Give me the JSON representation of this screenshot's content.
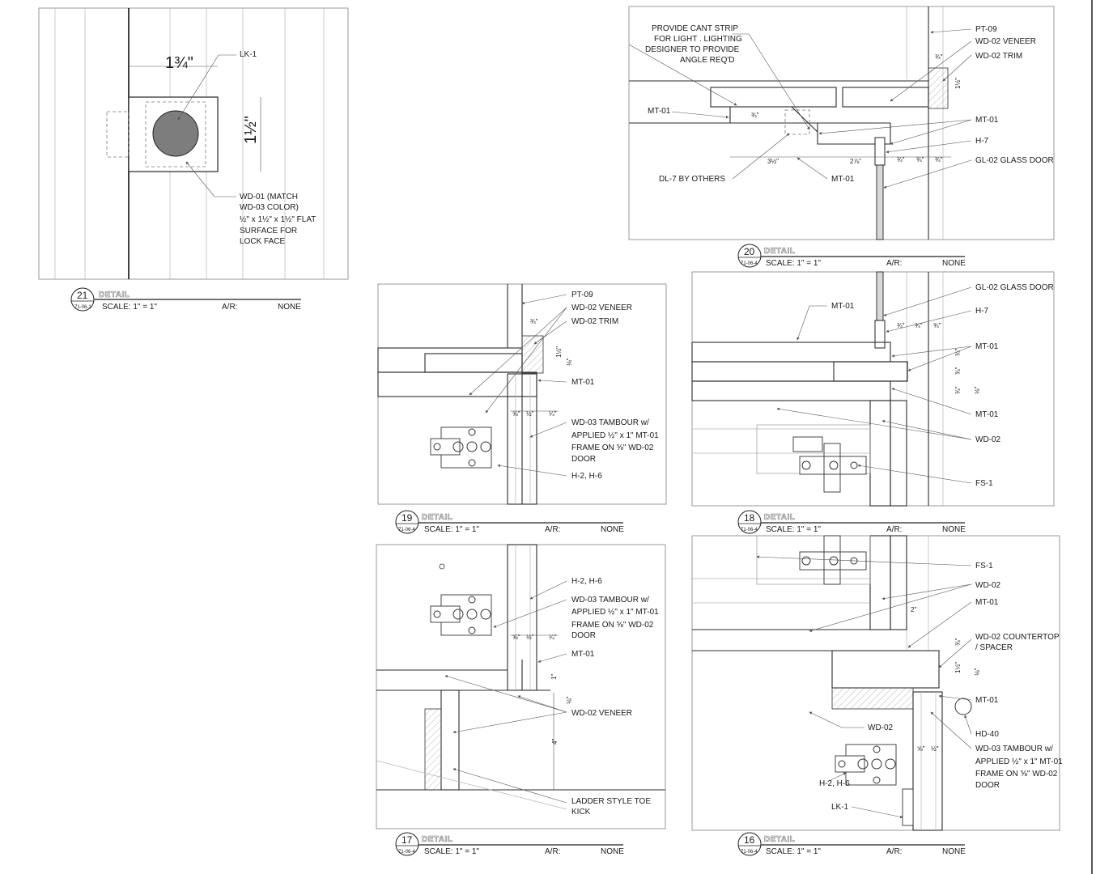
{
  "details": [
    {
      "id": "detail-21",
      "number": "21",
      "ref": "71-06-1",
      "word": "DETAIL",
      "scale": "SCALE: 1\" = 1\"",
      "ar": "A/R:",
      "ar_value": "NONE",
      "labels": {
        "lk": "LK-1",
        "wd01_l1": "WD-01 (MATCH",
        "wd01_l2": "WD-03 COLOR)",
        "wd01_l3": "½\" x 1½\" x 1½\" FLAT",
        "wd01_l4": "SURFACE FOR",
        "wd01_l5": "LOCK FACE"
      },
      "dims": {
        "width": "1¾\"",
        "height": "1½\""
      }
    },
    {
      "id": "detail-20",
      "number": "20",
      "ref": "71-06-4",
      "word": "DETAIL",
      "scale": "SCALE: 1\" = 1\"",
      "ar": "A/R:",
      "ar_value": "NONE",
      "labels": {
        "cant1": "PROVIDE CANT STRIP",
        "cant2": "FOR LIGHT .  LIGHTING",
        "cant3": "DESIGNER TO PROVIDE",
        "cant4": "ANGLE REQ'D",
        "pt09": "PT-09",
        "wd02veneer": "WD-02 VENEER",
        "wd02trim": "WD-02 TRIM",
        "mt01_left": "MT-01",
        "mt01_right": "MT-01",
        "h7": "H-7",
        "gl02": "GL-02 GLASS DOOR",
        "dl7": "DL-7 BY OTHERS",
        "mt01_bottom": "MT-01"
      },
      "dims": {
        "d1": "3½\"",
        "d2": "2⅞\"",
        "d3": "¾\"",
        "d4": "¾\"",
        "d5": "¾\"",
        "d6": "¾\"",
        "d7": "1½\"",
        "d8": "¾\""
      }
    },
    {
      "id": "detail-19",
      "number": "19",
      "ref": "71-06-4",
      "word": "DETAIL",
      "scale": "SCALE: 1\" = 1\"",
      "ar": "A/R:",
      "ar_value": "NONE",
      "labels": {
        "pt09": "PT-09",
        "wd02veneer": "WD-02 VENEER",
        "wd02trim": "WD-02 TRIM",
        "mt01": "MT-01",
        "tb1": "WD-03 TAMBOUR w/",
        "tb2": "APPLIED ½\" x 1\" MT-01",
        "tb3": "FRAME ON ⅝\" WD-02",
        "tb4": "DOOR",
        "h26": "H-2, H-6"
      },
      "dims": {
        "d1": "¾\"",
        "d2": "1½\"",
        "d3": "⅛\"",
        "d4": "⅝\"",
        "d5": "½\"",
        "d6": "¼\""
      }
    },
    {
      "id": "detail-18",
      "number": "18",
      "ref": "71-06-4",
      "word": "DETAIL",
      "scale": "SCALE: 1\" = 1\"",
      "ar": "A/R:",
      "ar_value": "NONE",
      "labels": {
        "mt01_left": "MT-01",
        "gl02": "GL-02 GLASS DOOR",
        "h7": "H-7",
        "mt01_a": "MT-01",
        "mt01_b": "MT-01",
        "wd02": "WD-02",
        "fs1": "FS-1"
      },
      "dims": {
        "d1": "¾\"",
        "d2": "¾\"",
        "d3": "¾\"",
        "d4": "¾\"",
        "d5": "¾\"",
        "d6": "¾\"",
        "d7": "⅛\""
      }
    },
    {
      "id": "detail-17",
      "number": "17",
      "ref": "71-06-4",
      "word": "DETAIL",
      "scale": "SCALE: 1\" = 1\"",
      "ar": "A/R:",
      "ar_value": "NONE",
      "labels": {
        "h26": "H-2, H-6",
        "tb1": "WD-03 TAMBOUR w/",
        "tb2": "APPLIED ½\" x 1\" MT-01",
        "tb3": "FRAME ON ⅝\" WD-02",
        "tb4": "DOOR",
        "mt01": "MT-01",
        "wd02veneer": "WD-02 VENEER",
        "toe1": "LADDER STYLE TOE",
        "toe2": "KICK"
      },
      "dims": {
        "d1": "⅝\"",
        "d2": "½\"",
        "d3": "¼\"",
        "d4": "1\"",
        "d5": "⅛\"",
        "d6": "4\""
      }
    },
    {
      "id": "detail-16",
      "number": "16",
      "ref": "71-06-4",
      "word": "DETAIL",
      "scale": "SCALE: 1\" = 1\"",
      "ar": "A/R:",
      "ar_value": "NONE",
      "labels": {
        "fs1": "FS-1",
        "wd02": "WD-02",
        "mt01": "MT-01",
        "ct1": "WD-02 COUNTERTOP",
        "ct2": "/ SPACER",
        "mt01_b": "MT-01",
        "hd40": "HD-40",
        "tb1": "WD-03 TAMBOUR w/",
        "tb2": "APPLIED ½\" x 1\" MT-01",
        "tb3": "FRAME ON ⅝\" WD-02",
        "tb4": "DOOR",
        "wd02_left": "WD-02",
        "h26": "H-2, H-6",
        "lk1": "LK-1"
      },
      "dims": {
        "d1": "2\"",
        "d2": "¾\"",
        "d3": "1½\"",
        "d4": "⅛\"",
        "d5": "⅝\"",
        "d6": "½\""
      }
    }
  ]
}
